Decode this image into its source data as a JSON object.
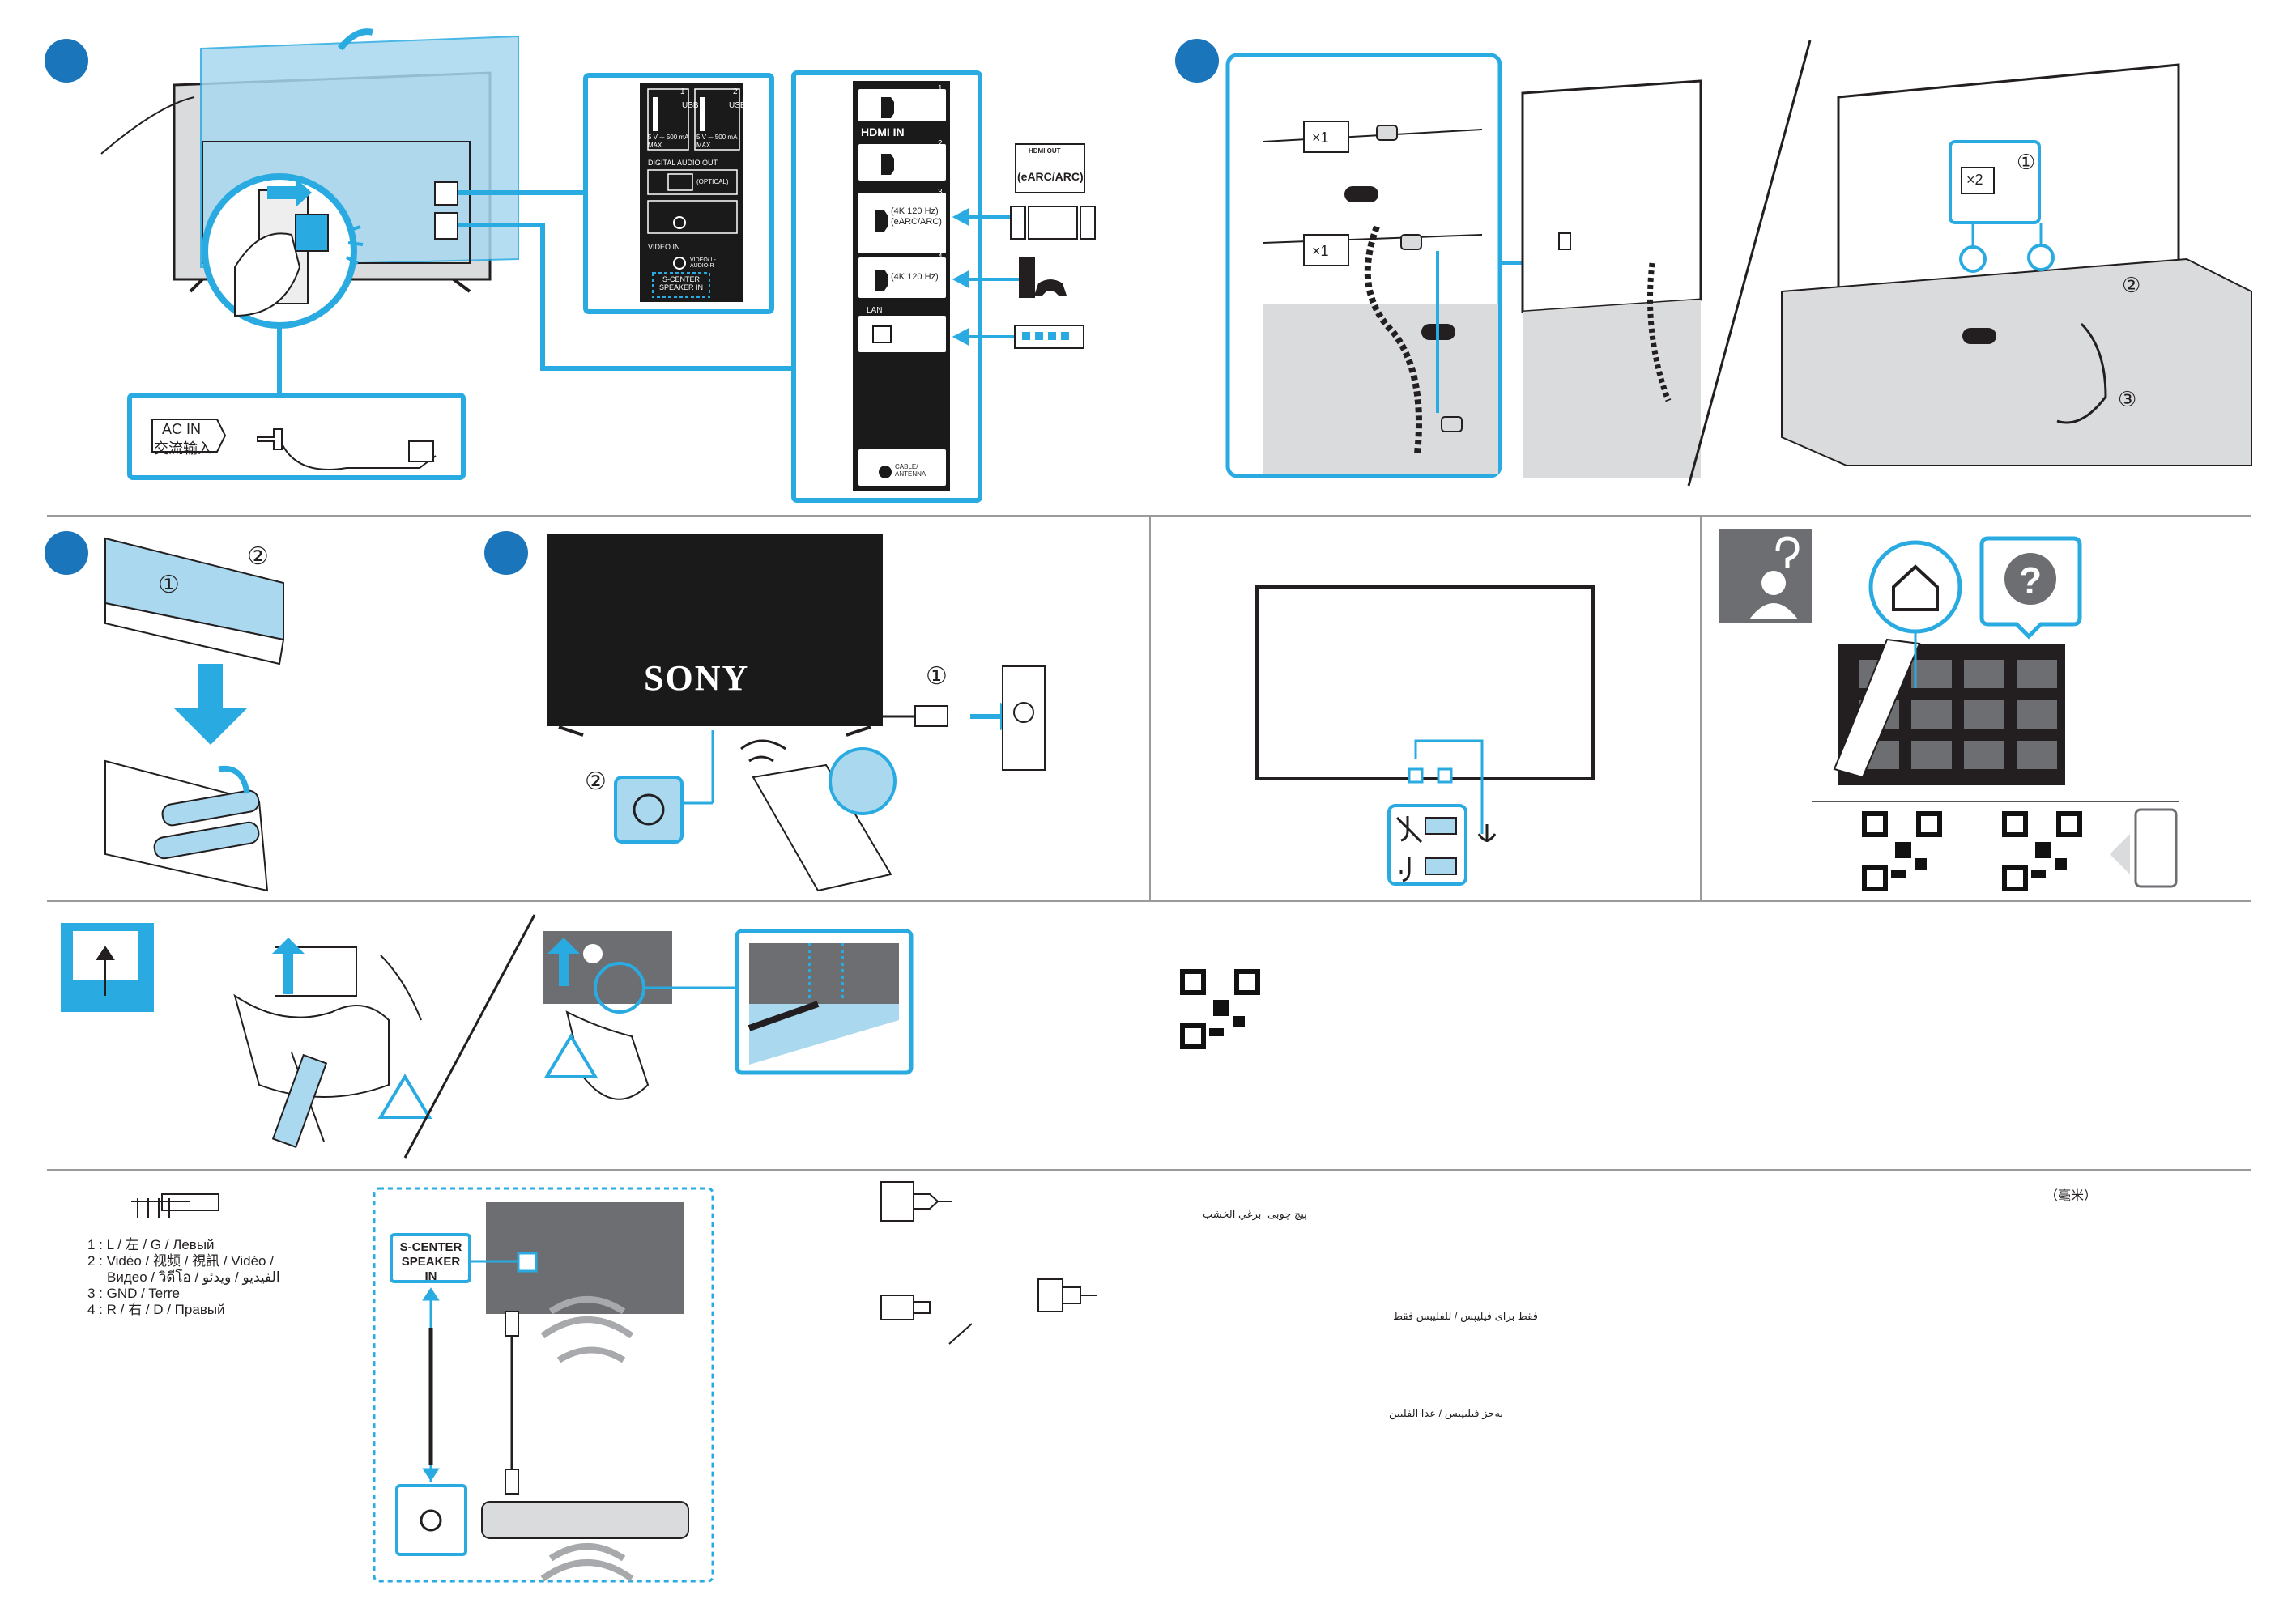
{
  "brand": "SONY",
  "colors": {
    "accent": "#29abe2",
    "dark": "#231f20",
    "grey": "#d9dbdc",
    "panel": "#1a1a1a"
  },
  "panel_labels": {
    "usb": "USB",
    "usb_1": "1",
    "usb_2": "2",
    "usb_power_1": "5 V ⎓ 500 mA MAX",
    "usb_power_2": "5 V ⎓ 500 mA MAX",
    "digital_audio_out": "DIGITAL AUDIO OUT",
    "optical": "(OPTICAL)",
    "video_in": "VIDEO IN",
    "video_l_r": "VIDEO/ L-AUDIO-R",
    "s_center_speaker_in": "S-CENTER SPEAKER IN",
    "hdmi_in": "HDMI IN",
    "hdmi_1": "1",
    "hdmi_2": "2",
    "hdmi_3": "3",
    "hdmi_4": "4",
    "hdmi_3_spec": "(4K 120 Hz) (eARC/ARC)",
    "hdmi_4_spec": "(4K 120 Hz)",
    "lan": "LAN",
    "cable_antenna": "CABLE/ ANTENNA",
    "hdmi_out": "HDMI OUT",
    "earc_arc": "(eARC/ARC)",
    "ac_in": "AC IN",
    "ac_in_cn": "交流输入"
  },
  "mount": {
    "x1_top": "×1",
    "x1_bottom": "×1",
    "x2": "×2",
    "step_1": "①",
    "step_2": "②",
    "step_3": "③"
  },
  "steps": {
    "c1": "①",
    "c2": "②"
  },
  "pin_list": [
    "1 : L / 左 / G / Левый",
    "2 : Vidéo / 视频 / 視訊 / Vidéo /",
    "Видео / วิดีโอ / الفيديو / ویدئو",
    "3 : GND / Terre",
    "4 : R / 右 / D / Правый"
  ],
  "s_center_label": "S-CENTER SPEAKER IN",
  "unit_mm_cn": "（毫米）",
  "persian_wood": "پیچ چوبی",
  "arabic_wood": "برغي الخشب",
  "phillips_only": "فقط برای فیلیپس / للفليبس فقط",
  "non_phillips": "بەجز فیلیپیس / عدا الفلبين"
}
